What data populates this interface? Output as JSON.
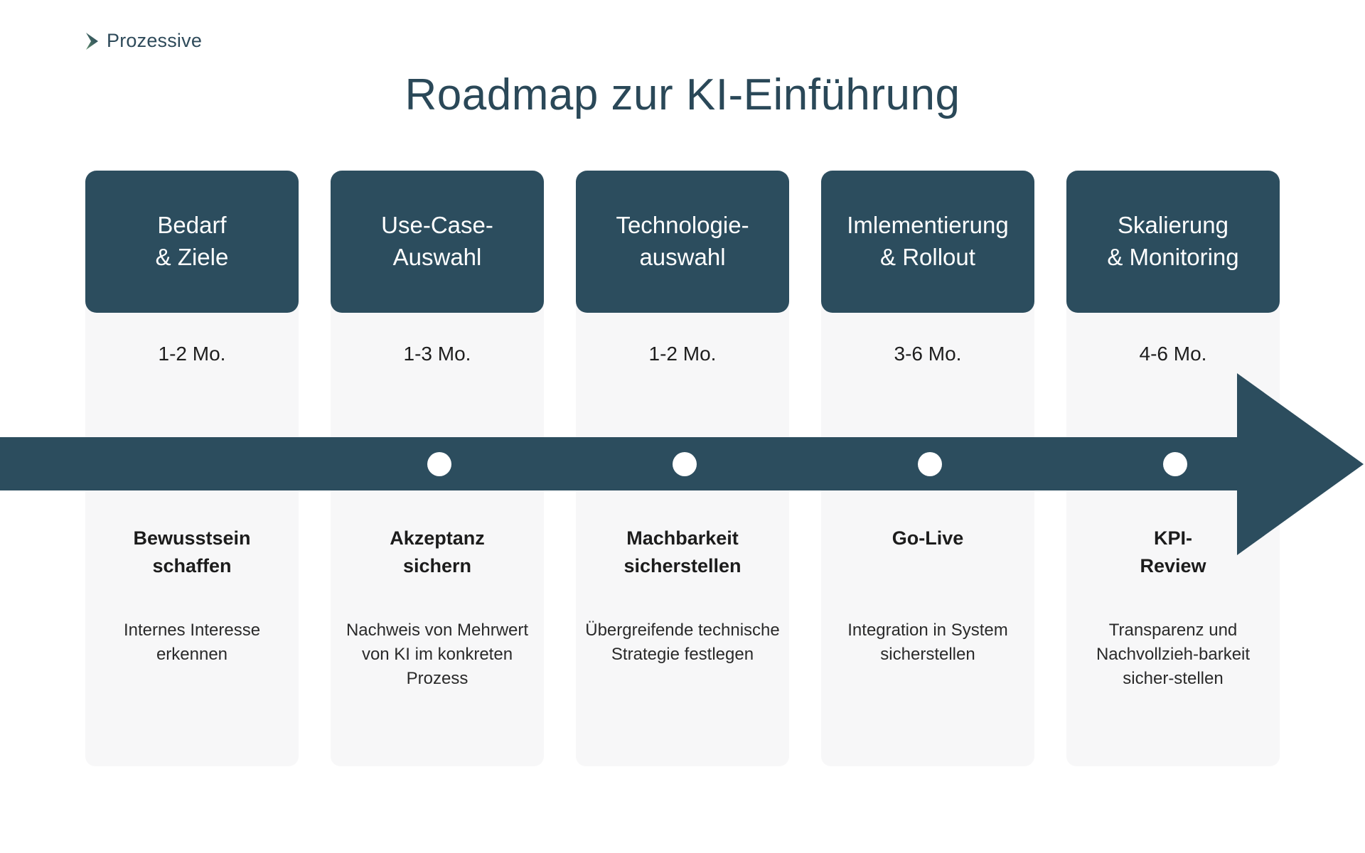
{
  "brand": {
    "name": "Prozessive",
    "icon": "chevron-right-icon",
    "color": "#2e4a5a"
  },
  "title": "Roadmap zur KI-Einführung",
  "theme": {
    "accent_dark": "#2c4d5e",
    "panel_light": "#f7f7f8",
    "text_dark": "#1c1c1c",
    "card_text": "#ffffff",
    "background": "#ffffff"
  },
  "timeline": {
    "arrow_direction": "right",
    "node_count": 4,
    "node_color": "#ffffff",
    "bar_color": "#2c4d5e"
  },
  "phases": [
    {
      "card_label": "Bedarf\n& Ziele",
      "card_line1": "Bedarf",
      "card_line2": "& Ziele",
      "duration": "1-2 Mo.",
      "goal_line1": "Bewusstsein",
      "goal_line2": "schaffen",
      "description": "Internes Interesse erkennen"
    },
    {
      "card_label": "Use-Case-\nAuswahl",
      "card_line1": "Use-Case-",
      "card_line2": "Auswahl",
      "duration": "1-3 Mo.",
      "goal_line1": "Akzeptanz",
      "goal_line2": "sichern",
      "description": "Nachweis von Mehrwert von KI im konkreten Prozess"
    },
    {
      "card_label": "Technologie-\nauswahl",
      "card_line1": "Technologie-",
      "card_line2": "auswahl",
      "duration": "1-2 Mo.",
      "goal_line1": "Machbarkeit",
      "goal_line2": "sicherstellen",
      "description": "Übergreifende technische Strategie festlegen"
    },
    {
      "card_label": "Imlementierung\n& Rollout",
      "card_line1": "Imlementierung",
      "card_line2": "& Rollout",
      "duration": "3-6 Mo.",
      "goal_line1": "Go-Live",
      "goal_line2": "",
      "description": "Integration in System sicherstellen"
    },
    {
      "card_label": "Skalierung\n& Monitoring",
      "card_line1": "Skalierung",
      "card_line2": "& Monitoring",
      "duration": "4-6 Mo.",
      "goal_line1": "KPI-",
      "goal_line2": "Review",
      "description": "Transparenz und Nachvollzieh-barkeit sicher-stellen"
    }
  ]
}
